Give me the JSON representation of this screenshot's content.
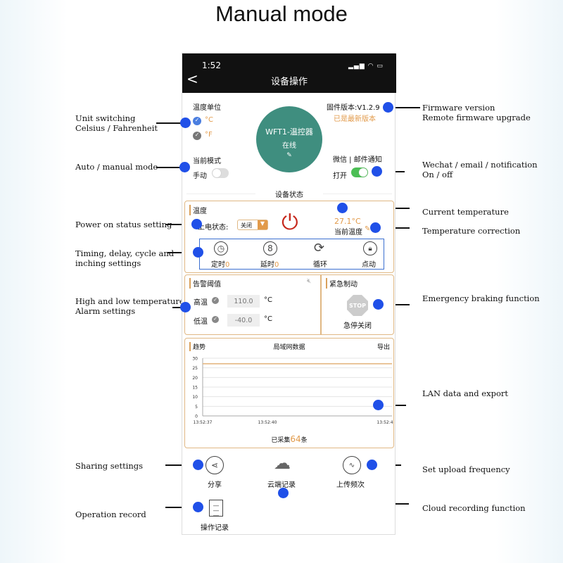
{
  "title": "Manual mode",
  "annotations": {
    "unit": "Unit switching\nCelsius / Fahrenheit",
    "mode": "Auto / manual mode",
    "power": "Power on status setting",
    "timing": "Timing, delay, cycle and\ninching settings",
    "alarm": "High and low temperature\nAlarm settings",
    "share": "Sharing settings",
    "oplog": "Operation record",
    "firmware": "Firmware version\nRemote firmware upgrade",
    "notify": "Wechat / email / notification\nOn / off",
    "curtemp": "Current temperature",
    "correction": "Temperature correction",
    "emergency": "Emergency braking function",
    "lan": "LAN data and export",
    "upload": "Set upload frequency",
    "cloud": "Cloud recording function"
  },
  "status_bar": {
    "time": "1:52"
  },
  "header": {
    "title": "设备操作",
    "back": "<"
  },
  "unit": {
    "label": "温度单位",
    "celsius": "°C",
    "fahrenheit": "°F",
    "selected": "celsius"
  },
  "device": {
    "name": "WFT1-温控器",
    "status": "在线"
  },
  "firmware": {
    "version": "固件版本:V1.2.9",
    "note": "已是最新版本"
  },
  "mode": {
    "label": "当前模式",
    "value": "手动",
    "toggle_on": false
  },
  "notify": {
    "label": "微信 | 邮件通知",
    "value": "打开",
    "toggle_on": true
  },
  "status_section": "设备状态",
  "temp": {
    "label": "温度",
    "power_label": "上电状态:",
    "power_value": "关闭",
    "current": "27.1°C",
    "current_label": "当前温度",
    "actions": [
      {
        "label": "定时",
        "count": "0"
      },
      {
        "label": "延时",
        "count": "0"
      },
      {
        "label": "循环"
      },
      {
        "label": "点动"
      }
    ]
  },
  "alarm": {
    "label": "告警阈值",
    "high_label": "高温",
    "high": "110.0",
    "low_label": "低温",
    "low": "-40.0",
    "unit": "°C"
  },
  "emergency": {
    "label": "紧急制动",
    "stop": "STOP",
    "status": "急停关闭"
  },
  "trend": {
    "label": "趋势",
    "center": "局域网数据",
    "export": "导出",
    "collected_prefix": "已采集",
    "collected": "64",
    "collected_suffix": "条"
  },
  "chart_data": {
    "type": "line",
    "ylim": [
      0,
      30
    ],
    "yticks": [
      "0",
      "5",
      "10",
      "15",
      "20",
      "25",
      "30"
    ],
    "xticks": [
      "13:52:37",
      "13:52:40",
      "13:52:4"
    ],
    "series": [
      {
        "values": [
          27.1,
          27.1,
          27.1
        ]
      }
    ],
    "grid": true,
    "color": "#e2b27a"
  },
  "bottom": {
    "share": "分享",
    "cloud": "云端记录",
    "upload": "上传频次",
    "oplog": "操作记录"
  },
  "colors": {
    "accent": "#e29a4a",
    "circle": "#3f8e7f",
    "dot": "#2050e8",
    "power": "#c6281c",
    "toggle_on": "#4cbf55"
  }
}
